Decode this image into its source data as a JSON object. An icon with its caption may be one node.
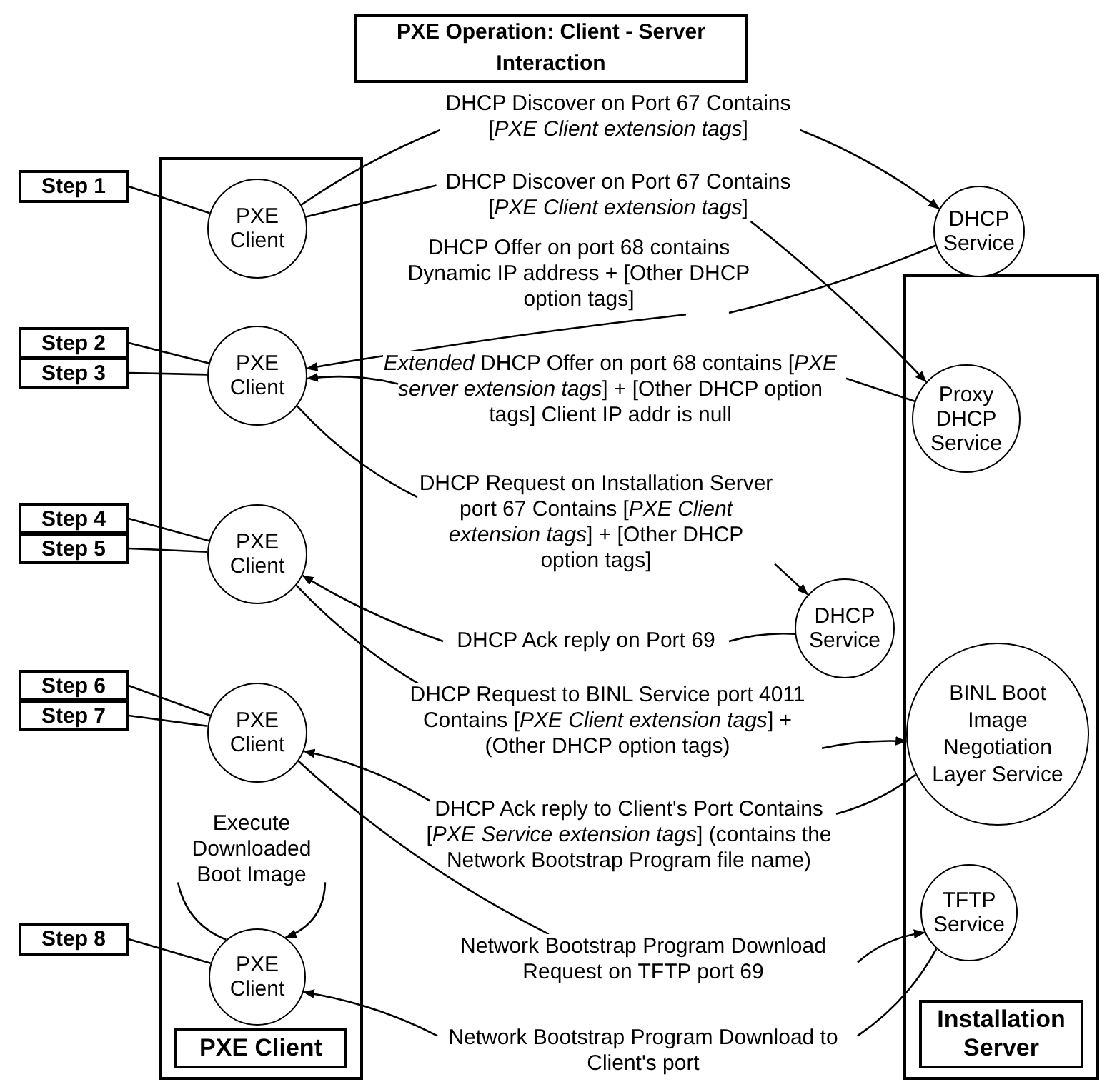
{
  "diagram": {
    "title": "PXE Operation: Client - Server Interaction",
    "nodes": [
      {
        "text": [
          "PXE Client"
        ]
      },
      {
        "text": [
          "Installation Server"
        ]
      },
      {
        "text": [
          "Step 1"
        ]
      },
      {
        "text": [
          "Step 2"
        ]
      },
      {
        "text": [
          "Step 3"
        ]
      },
      {
        "text": [
          "Step 4"
        ]
      },
      {
        "text": [
          "Step 5"
        ]
      },
      {
        "text": [
          "Step 6"
        ]
      },
      {
        "text": [
          "Step 7"
        ]
      },
      {
        "text": [
          "Step 8"
        ]
      },
      {
        "text": [
          "PXE Client"
        ],
        "in": 0
      },
      {
        "text": [
          "PXE Client"
        ],
        "in": 0
      },
      {
        "text": [
          "PXE Client"
        ],
        "in": 0
      },
      {
        "text": [
          "PXE Client"
        ],
        "in": 0
      },
      {
        "text": [
          "PXE Client"
        ],
        "in": 0
      },
      {
        "text": [
          "Execute Downloaded Boot Image"
        ],
        "in": 0
      },
      {
        "text": [
          "DHCP Service"
        ]
      },
      {
        "text": [
          "Proxy DHCP Service"
        ],
        "in": 1
      },
      {
        "text": [
          "DHCP Service"
        ]
      },
      {
        "text": [
          "BINL Boot Image Negotiation Layer Service"
        ],
        "in": 1
      },
      {
        "text": [
          "TFTP Service"
        ],
        "in": 1
      },
      {
        "text": [
          "DHCP Discover on Port 67 Contains [*PXE Client extension tags*]"
        ]
      },
      {
        "text": [
          "DHCP Discover on Port 67 Contains [*PXE Client extension tags*]"
        ]
      },
      {
        "text": [
          "DHCP Offer on port 68 contains Dynamic IP address + [Other DHCP option tags]"
        ]
      },
      {
        "text": [
          "*Extended* DHCP Offer on port 68 contains [*PXE server extension tags*] + [Other DHCP option tags] Client IP addr is null"
        ]
      },
      {
        "text": [
          "DHCP Request on Installation Server port 67 Contains [*PXE Client extension tags*] + [Other DHCP option tags]"
        ]
      },
      {
        "text": [
          "DHCP Ack reply on Port 69"
        ]
      },
      {
        "text": [
          "DHCP Request to BINL Service port 4011 Contains [*PXE Client extension tags*] + (Other DHCP option tags)"
        ]
      },
      {
        "text": [
          "DHCP Ack reply to Client's Port Contains [*PXE Service extension tags*] (contains the Network Bootstrap Program file name)"
        ]
      },
      {
        "text": [
          "Network Bootstrap Program Download Request on TFTP port 69"
        ]
      },
      {
        "text": [
          "Network Bootstrap Program Download to Client's port"
        ]
      }
    ],
    "edges": [
      {
        "from": 2,
        "to": 10,
        "arrow": "none"
      },
      {
        "from": 3,
        "to": 11,
        "arrow": "none"
      },
      {
        "from": 4,
        "to": 11,
        "arrow": "none"
      },
      {
        "from": 5,
        "to": 12,
        "arrow": "none"
      },
      {
        "from": 6,
        "to": 12,
        "arrow": "none"
      },
      {
        "from": 7,
        "to": 13,
        "arrow": "none"
      },
      {
        "from": 8,
        "to": 13,
        "arrow": "none"
      },
      {
        "from": 9,
        "to": 14,
        "arrow": "none"
      },
      {
        "from": 10,
        "to": 21,
        "arrow": "none"
      },
      {
        "from": 21,
        "to": 16,
        "arrow": "to"
      },
      {
        "from": 10,
        "to": 22,
        "arrow": "none"
      },
      {
        "from": 22,
        "to": 17,
        "arrow": "to"
      },
      {
        "from": 16,
        "to": 23,
        "arrow": "none"
      },
      {
        "from": 23,
        "to": 11,
        "arrow": "to"
      },
      {
        "from": 17,
        "to": 24,
        "arrow": "none"
      },
      {
        "from": 24,
        "to": 11,
        "arrow": "to"
      },
      {
        "from": 11,
        "to": 25,
        "arrow": "none"
      },
      {
        "from": 25,
        "to": 18,
        "arrow": "to"
      },
      {
        "from": 18,
        "to": 26,
        "arrow": "none"
      },
      {
        "from": 26,
        "to": 12,
        "arrow": "to"
      },
      {
        "from": 12,
        "to": 27,
        "arrow": "none"
      },
      {
        "from": 27,
        "to": 19,
        "arrow": "to"
      },
      {
        "from": 19,
        "to": 28,
        "arrow": "none"
      },
      {
        "from": 28,
        "to": 13,
        "arrow": "to"
      },
      {
        "from": 13,
        "to": 29,
        "arrow": "none"
      },
      {
        "from": 29,
        "to": 20,
        "arrow": "to"
      },
      {
        "from": 20,
        "to": 30,
        "arrow": "none"
      },
      {
        "from": 30,
        "to": 14,
        "arrow": "to"
      },
      {
        "from": 14,
        "to": 15,
        "arrow": "none"
      },
      {
        "from": 15,
        "to": 14,
        "arrow": "to"
      }
    ]
  }
}
